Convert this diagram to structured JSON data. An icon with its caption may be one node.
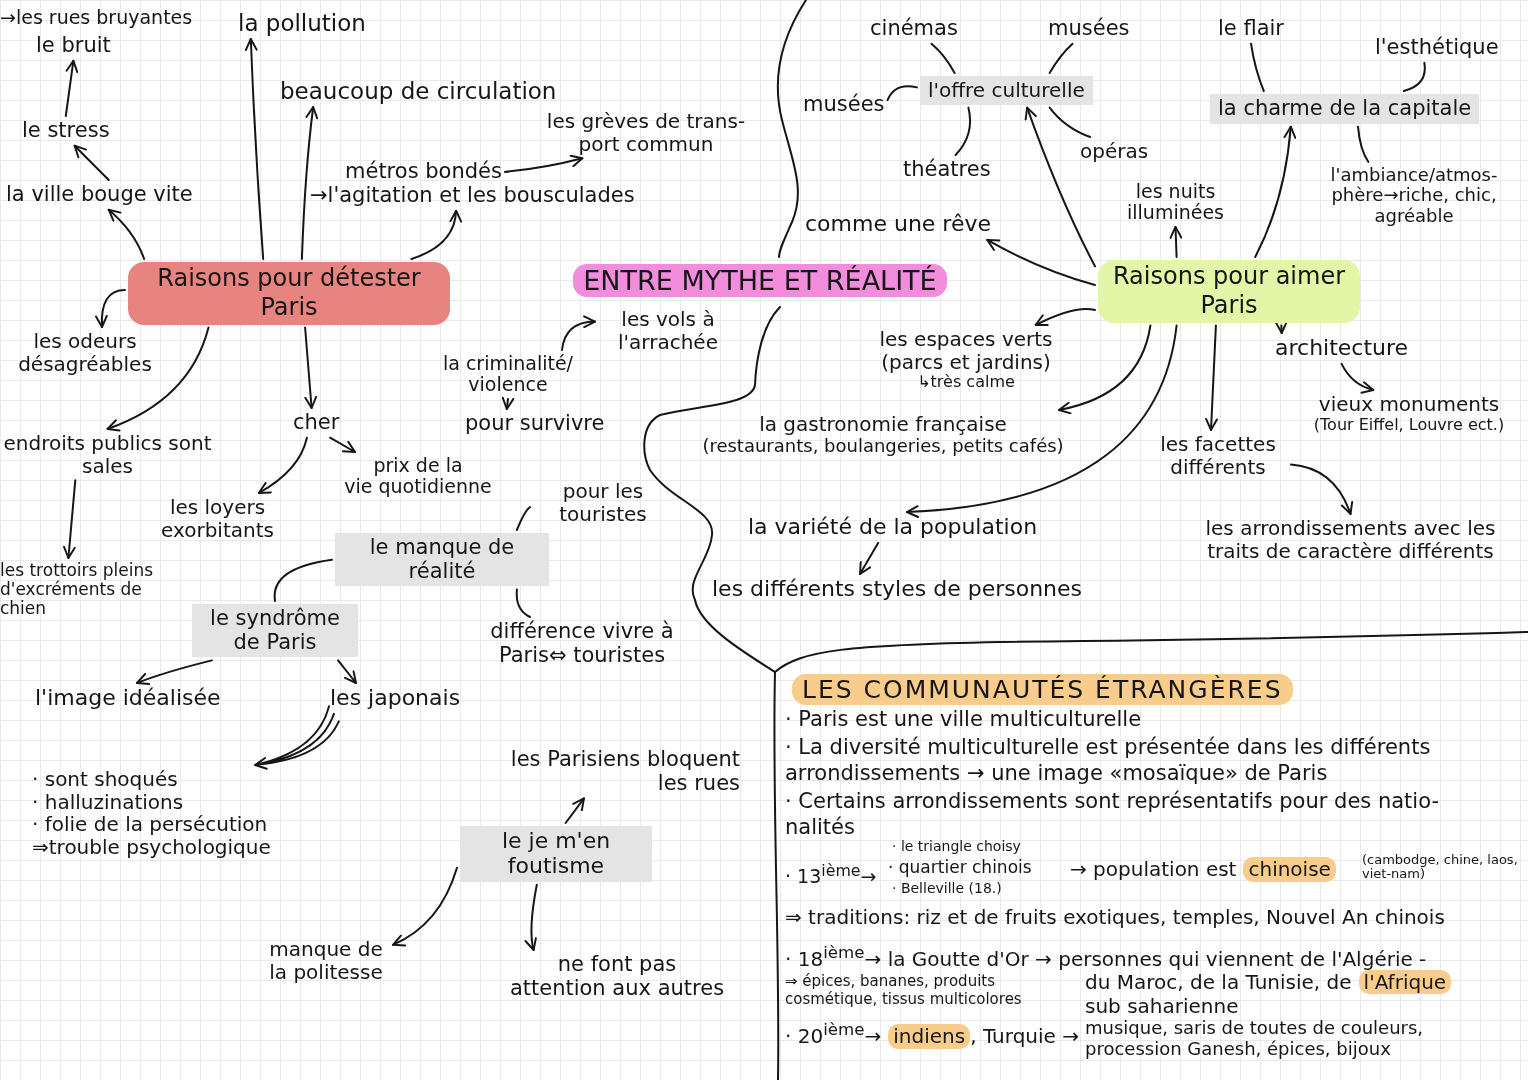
{
  "diagram": {
    "title": "ENTRE MYTHE ET RÉALITÉ",
    "nodes": [
      {
        "text": [
          "le bruit"
        ],
        "beside": [
          "→les rues bruyantes"
        ]
      },
      {
        "text": [
          "la pollution"
        ]
      },
      {
        "text": [
          "beaucoup de circulation"
        ]
      },
      {
        "text": [
          "le stress"
        ]
      },
      {
        "text": [
          "les grèves de trans- port commun"
        ]
      },
      {
        "text": [
          "métros bondés"
        ]
      },
      {
        "text": [
          "→l'agitation et les bousculades"
        ]
      },
      {
        "text": [
          "la ville bouge vite"
        ]
      },
      {
        "text": [
          "Raisons pour détester Paris"
        ]
      },
      {
        "text": [
          "les odeurs désagréables"
        ]
      },
      {
        "text": [
          "cher"
        ]
      },
      {
        "text": [
          "endroits publics sont sales"
        ]
      },
      {
        "text": [
          "les loyers exorbitants"
        ]
      },
      {
        "text": [
          "prix de la vie quotidienne"
        ]
      },
      {
        "text": [
          "les trottoirs pleins d'excréments de chien"
        ]
      },
      {
        "text": [
          "la criminalité/ violence"
        ]
      },
      {
        "text": [
          "les vols à l'arrachée"
        ]
      },
      {
        "text": [
          "pour survivre"
        ]
      },
      {
        "text": [
          "pour les touristes"
        ]
      },
      {
        "text": [
          "le manque de réalité"
        ]
      },
      {
        "text": [
          "le syndrôme de Paris"
        ]
      },
      {
        "text": [
          "différence vivre à Paris⇔ touristes"
        ]
      },
      {
        "text": [
          "l'image idéalisée"
        ]
      },
      {
        "text": [
          "les japonais"
        ]
      },
      {
        "text": [
          "· sont shoqués",
          "· halluzinations",
          "· folie de la persécution",
          "⇒trouble psychologique"
        ]
      },
      {
        "text": [
          "les Parisiens bloquent les rues"
        ]
      },
      {
        "text": [
          "le je m'en foutisme"
        ]
      },
      {
        "text": [
          "manque de la politesse"
        ]
      },
      {
        "text": [
          "ne font pas attention aux autres"
        ]
      },
      {
        "text": [
          "cinémas"
        ]
      },
      {
        "text": [
          "musées"
        ]
      },
      {
        "text": [
          "le flair"
        ]
      },
      {
        "text": [
          "l'esthétique"
        ]
      },
      {
        "text": [
          "musées"
        ]
      },
      {
        "text": [
          "l'offre culturelle"
        ]
      },
      {
        "text": [
          "la charme de la capitale"
        ]
      },
      {
        "text": [
          "opéras"
        ]
      },
      {
        "text": [
          "théatres"
        ]
      },
      {
        "text": [
          "l'ambiance/atmos- phère→riche, chic, agréable"
        ]
      },
      {
        "text": [
          "les nuits illuminées"
        ]
      },
      {
        "text": [
          "comme une rêve"
        ]
      },
      {
        "text": [
          "Raisons pour aimer Paris"
        ]
      },
      {
        "text": [
          "les espaces verts (parcs et jardins)",
          "↳très calme"
        ]
      },
      {
        "text": [
          "architecture"
        ]
      },
      {
        "text": [
          "vieux monuments",
          "(Tour Eiffel, Louvre ect.)"
        ]
      },
      {
        "text": [
          "la gastronomie française",
          "(restaurants, boulangeries, petits cafés)"
        ]
      },
      {
        "text": [
          "les facettes différents"
        ]
      },
      {
        "text": [
          "la variété de la population"
        ]
      },
      {
        "text": [
          "les arrondissements avec les traits de caractère différents"
        ]
      },
      {
        "text": [
          "les différents styles de personnes"
        ]
      },
      {
        "text": [
          "LES COMMUNAUTÉS ÉTRANGÈRES"
        ]
      }
    ],
    "edges": [
      {
        "from": 3,
        "to": 0,
        "arrow": "to"
      },
      {
        "from": 7,
        "to": 3,
        "arrow": "to"
      },
      {
        "from": 8,
        "to": 7,
        "arrow": "to"
      },
      {
        "from": 8,
        "to": 1,
        "arrow": "to"
      },
      {
        "from": 8,
        "to": 2,
        "arrow": "to"
      },
      {
        "from": 8,
        "to": 6,
        "arrow": "to"
      },
      {
        "from": 5,
        "to": 4,
        "arrow": "to"
      },
      {
        "from": 8,
        "to": 9,
        "arrow": "to"
      },
      {
        "from": 8,
        "to": 11,
        "arrow": "to"
      },
      {
        "from": 8,
        "to": 10,
        "arrow": "to"
      },
      {
        "from": 11,
        "to": 14,
        "arrow": "to"
      },
      {
        "from": 10,
        "to": 12,
        "arrow": "to"
      },
      {
        "from": 10,
        "to": 13,
        "arrow": "to"
      },
      {
        "from": 15,
        "to": 16,
        "arrow": "to"
      },
      {
        "from": 15,
        "to": 17,
        "arrow": "to"
      },
      {
        "from": 19,
        "to": 18,
        "arrow": "none"
      },
      {
        "from": 19,
        "to": 20,
        "arrow": "none"
      },
      {
        "from": 19,
        "to": 21,
        "arrow": "none"
      },
      {
        "from": 20,
        "to": 22,
        "arrow": "to"
      },
      {
        "from": 20,
        "to": 23,
        "arrow": "to"
      },
      {
        "from": 23,
        "to": 24,
        "arrow": "to"
      },
      {
        "from": 26,
        "to": 25,
        "arrow": "to"
      },
      {
        "from": 26,
        "to": 27,
        "arrow": "to"
      },
      {
        "from": 26,
        "to": 28,
        "arrow": "to"
      },
      {
        "from": 34,
        "to": 29,
        "arrow": "none"
      },
      {
        "from": 34,
        "to": 30,
        "arrow": "none"
      },
      {
        "from": 34,
        "to": 33,
        "arrow": "none"
      },
      {
        "from": 34,
        "to": 37,
        "arrow": "none"
      },
      {
        "from": 34,
        "to": 36,
        "arrow": "none"
      },
      {
        "from": 41,
        "to": 34,
        "arrow": "to"
      },
      {
        "from": 35,
        "to": 31,
        "arrow": "none"
      },
      {
        "from": 35,
        "to": 32,
        "arrow": "none"
      },
      {
        "from": 35,
        "to": 38,
        "arrow": "none"
      },
      {
        "from": 41,
        "to": 35,
        "arrow": "to"
      },
      {
        "from": 41,
        "to": 39,
        "arrow": "to"
      },
      {
        "from": 41,
        "to": 40,
        "arrow": "to"
      },
      {
        "from": 41,
        "to": 42,
        "arrow": "to"
      },
      {
        "from": 41,
        "to": 43,
        "arrow": "to"
      },
      {
        "from": 43,
        "to": 44,
        "arrow": "to"
      },
      {
        "from": 41,
        "to": 45,
        "arrow": "to"
      },
      {
        "from": 41,
        "to": 46,
        "arrow": "to"
      },
      {
        "from": 46,
        "to": 48,
        "arrow": "to"
      },
      {
        "from": 41,
        "to": 47,
        "arrow": "to"
      },
      {
        "from": 47,
        "to": 49,
        "arrow": "to"
      }
    ],
    "labels": [
      "· Paris est une ville multiculturelle",
      "· La diversité multiculturelle est présentée dans les différents arrondissements → une image «mosaïque» de Paris",
      "· Certains arrondissements sont représentatifs pour des natio- nalités",
      "· le triangle choisy",
      "· 13$^{ième}$→",
      "· quartier chinois",
      "→ population est",
      "chinoise",
      "(cambodge, chine, laos, viet-nam)",
      "· Belleville (18.)",
      "⇒ traditions: riz et de fruits exotiques, temples, Nouvel An chinois",
      "· 18$^{ième}$→ la Goutte d'Or → personnes qui viennent de l'Algérie -",
      "⇒ épices, bananes, produits cosmétique, tissus multicolores",
      "du Maroc, de la Tunisie, de",
      "l'Afrique",
      "sub saharienne",
      "· 20$^{ième}$→",
      "indiens",
      ", Turquie →",
      "musique, saris de toutes de couleurs, procession Ganesh, épices, bijoux"
    ]
  }
}
